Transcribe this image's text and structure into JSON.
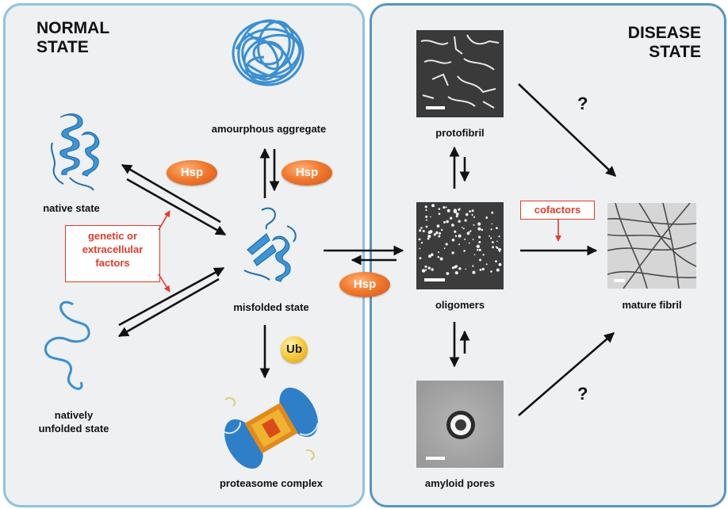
{
  "panels": {
    "normal_title": [
      "NORMAL",
      "STATE"
    ],
    "disease_title": [
      "DISEASE",
      "STATE"
    ]
  },
  "labels": {
    "amorphous": "amourphous aggregate",
    "native": "native state",
    "misfolded": "misfolded state",
    "unfolded": [
      "natively",
      "unfolded state"
    ],
    "proteasome": "proteasome complex",
    "protofibril": "protofibril",
    "oligomers": "oligomers",
    "amyloid": "amyloid pores",
    "mature": "mature fibril"
  },
  "badges": {
    "hsp": "Hsp",
    "ub": "Ub"
  },
  "boxes": {
    "factors": [
      "genetic or",
      "extracellular",
      "factors"
    ],
    "cofactors": "cofactors"
  },
  "question": "?",
  "colors": {
    "normal_border": "#8fc3e0",
    "disease_border": "#5a94bd",
    "panel_bg": "#eef0f1",
    "hsp": "#f07a2e",
    "ub": "#f7c83a",
    "red": "#e23a2a",
    "protein_blue": "#2a7fc4"
  }
}
